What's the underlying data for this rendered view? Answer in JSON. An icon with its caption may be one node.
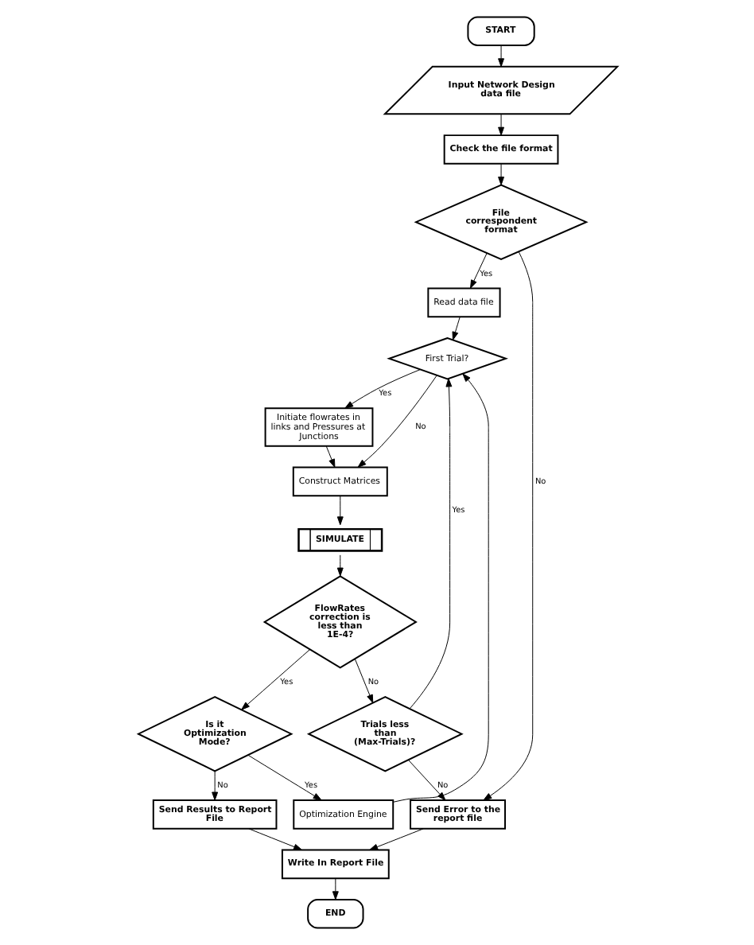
{
  "diagram": {
    "nodes": [
      {
        "text": [
          "START"
        ]
      },
      {
        "text": [
          "Input Network Design data file"
        ]
      },
      {
        "text": [
          "Check the file format"
        ]
      },
      {
        "text": [
          "File correspondent format"
        ]
      },
      {
        "text": [
          "Read data file"
        ]
      },
      {
        "text": [
          "Optimization Engine"
        ]
      },
      {
        "text": [
          "First Trial?"
        ]
      },
      {
        "text": [
          "Construct Matrices"
        ]
      },
      {
        "text": [
          "Initiate flowrates in links and Pressures at Junctions"
        ]
      },
      {
        "text": [
          "SIMULATE"
        ]
      },
      {
        "text": [
          "FlowRates correction is less than 1E-4?"
        ]
      },
      {
        "text": [
          "Trials less than (Max-Trials)?"
        ]
      },
      {
        "text": [
          "Send Error to the report file"
        ]
      },
      {
        "text": [
          "Send Results to Report File"
        ]
      },
      {
        "text": [
          "Is it Optimization Mode?"
        ]
      },
      {
        "text": [
          "Write In Report File"
        ]
      },
      {
        "text": [
          "END"
        ]
      }
    ],
    "edges": [
      {
        "from": 0,
        "to": 1,
        "arrow": "to"
      },
      {
        "from": 1,
        "to": 2,
        "arrow": "to"
      },
      {
        "from": 2,
        "to": 3,
        "arrow": "to"
      },
      {
        "from": 3,
        "to": 4,
        "arrow": "to",
        "label": "Yes"
      },
      {
        "from": 3,
        "to": 12,
        "arrow": "to",
        "label": "No"
      },
      {
        "from": 4,
        "to": 6,
        "arrow": "to"
      },
      {
        "from": 5,
        "to": 6,
        "arrow": "to"
      },
      {
        "from": 6,
        "to": 8,
        "arrow": "to",
        "label": "Yes"
      },
      {
        "from": 6,
        "to": 7,
        "arrow": "to",
        "label": "No"
      },
      {
        "from": 8,
        "to": 7,
        "arrow": "to"
      },
      {
        "from": 7,
        "to": 9,
        "arrow": "to"
      },
      {
        "from": 9,
        "to": 10,
        "arrow": "to"
      },
      {
        "from": 10,
        "to": 11,
        "arrow": "to",
        "label": "No"
      },
      {
        "from": 10,
        "to": 14,
        "arrow": "to",
        "label": "Yes"
      },
      {
        "from": 11,
        "to": 6,
        "arrow": "to",
        "label": "Yes"
      },
      {
        "from": 11,
        "to": 12,
        "arrow": "to",
        "label": "No"
      },
      {
        "from": 14,
        "to": 13,
        "arrow": "to",
        "label": "No"
      },
      {
        "from": 14,
        "to": 5,
        "arrow": "to",
        "label": "Yes"
      },
      {
        "from": 13,
        "to": 15,
        "arrow": "to"
      },
      {
        "from": 12,
        "to": 15,
        "arrow": "to"
      },
      {
        "from": 15,
        "to": 16,
        "arrow": "to"
      }
    ]
  }
}
